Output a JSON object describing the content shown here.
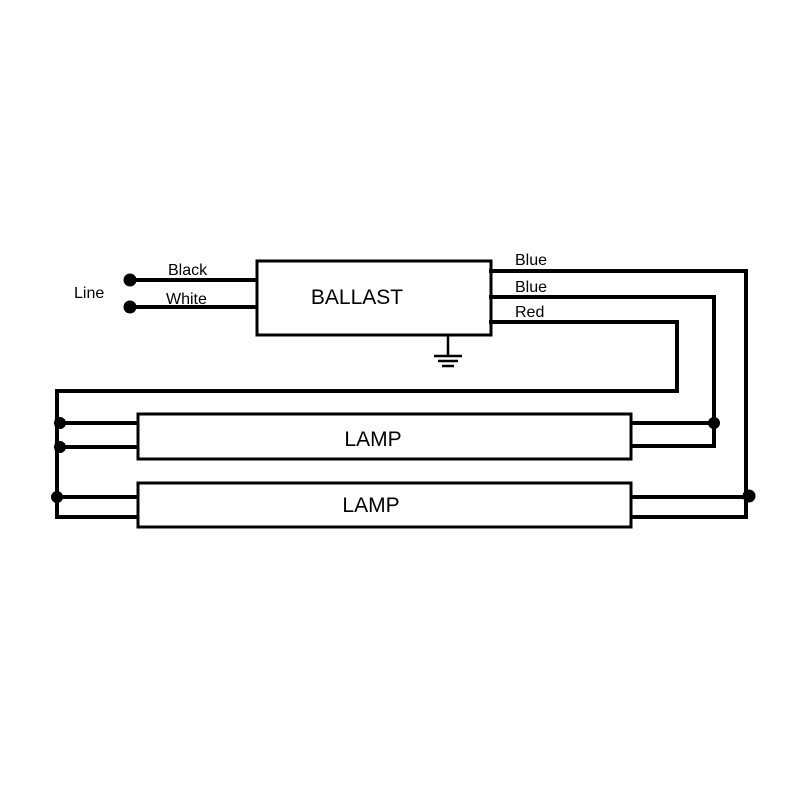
{
  "line_label": "Line",
  "ballast": {
    "label": "BALLAST"
  },
  "wires": {
    "black": "Black",
    "white": "White",
    "blue_1": "Blue",
    "blue_2": "Blue",
    "red": "Red"
  },
  "lamps": [
    {
      "label": "LAMP"
    },
    {
      "label": "LAMP"
    }
  ],
  "colors": {
    "stroke": "#000000",
    "background": "#ffffff"
  },
  "icons": [
    "ground-icon"
  ]
}
